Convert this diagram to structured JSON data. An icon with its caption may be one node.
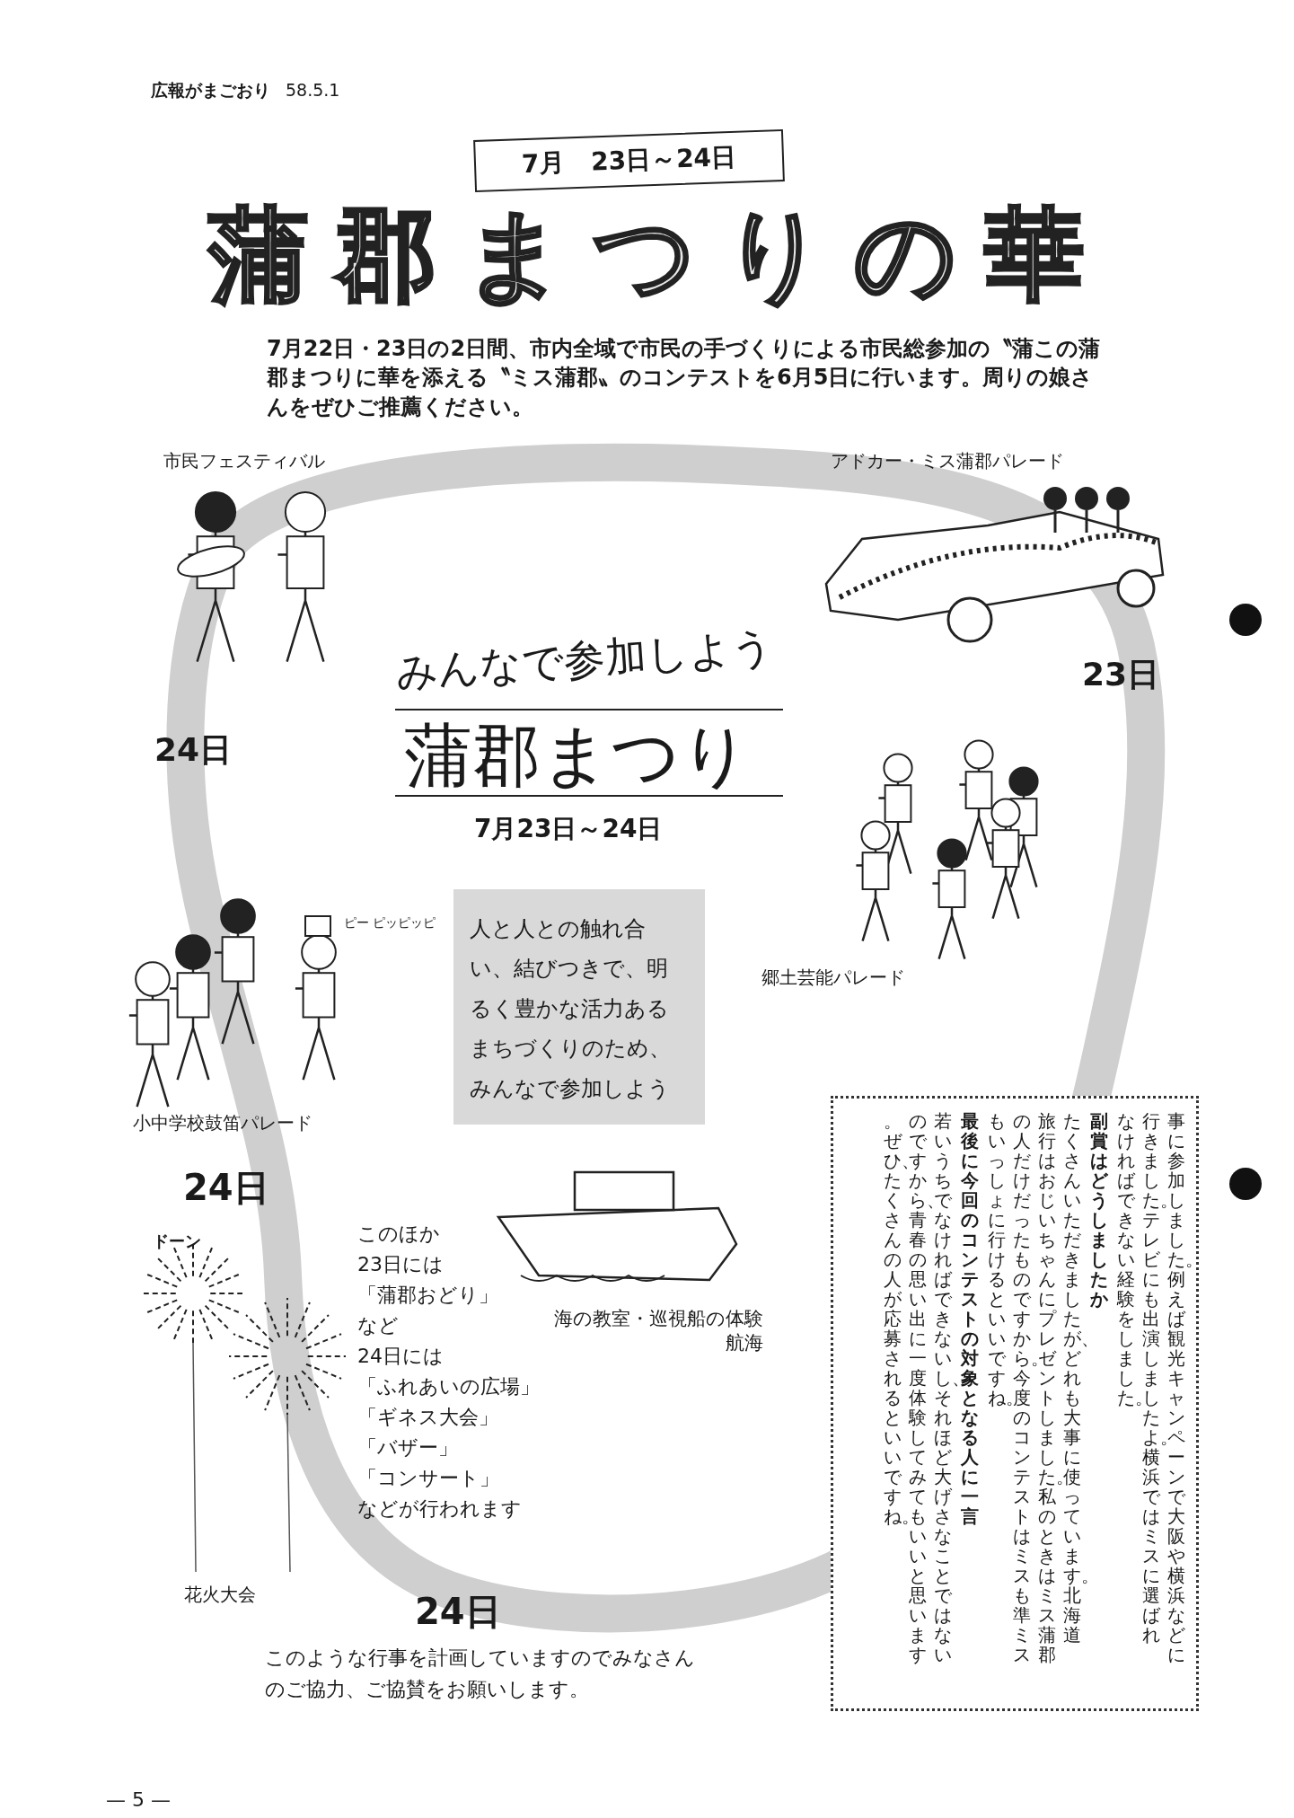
{
  "diagram": {
    "title": "蒲郡まつりの華",
    "nodes": [
      {
        "text": [
          "7月 23日～24日"
        ]
      },
      {
        "text": [
          "人と人との触れ合い、結びつきで、明るく豊かな活力あるまちづくりのため、みんなで参加しよう"
        ]
      },
      {
        "text": [
          "事に参加しました。例えば観光キャンペーンで大阪や横浜などに行きました。テレビにも出演しましたよ。横浜ではミスに選ばれなければできない経験をしました。",
          "副賞はどうしましたか",
          "たくさんいただきましたが、どれも大事に使っています。北海道旅行はおじいちゃんにプレゼントしました。私のときはミス蒲郡の人だけだったものですから。今度のコンテストはミスも準ミスもいっしょに行けるといいですね。",
          "最後に今回のコンテストの対象となる人に一言",
          "若いうちでなければできないし、それほど大げさなことではないのですから、青春の思い出に一度体験してみてもいいと思います。ぜひ、たくさんの人が応募されるといいですね。"
        ]
      }
    ],
    "labels": [
      "広報がまごおり",
      "58.5.1",
      "7月22日・23日の2日間、市内全域で市民の手づくりによる市民総参加の〝蒲この蒲郡まつりに華を添える〝ミス蒲郡〟のコンテストを6月5日に行います。周りの娘さんをぜひご推薦ください。",
      "市民フェスティバル",
      "アドカー・ミス蒲郡パレード",
      "みんなで参加しよう",
      "23日",
      "24日",
      "蒲郡まつり",
      "7月23日～24日",
      "郷土芸能パレード",
      "ピー ピッピッピ",
      "小中学校鼓笛パレード",
      "24日",
      "ドーン",
      "このほか",
      "23日には",
      "「蒲郡おどり」",
      "など",
      "24日には",
      "「ふれあいの広場」",
      "「ギネス大会」",
      "「バザー」",
      "「コンサート」",
      "などが行われます",
      "海の教室・巡視船の体験航海",
      "花火大会",
      "24日",
      "このような行事を計画していますのでみなさんのご協力、ご協賛をお願いします。",
      "— 5 —"
    ]
  }
}
